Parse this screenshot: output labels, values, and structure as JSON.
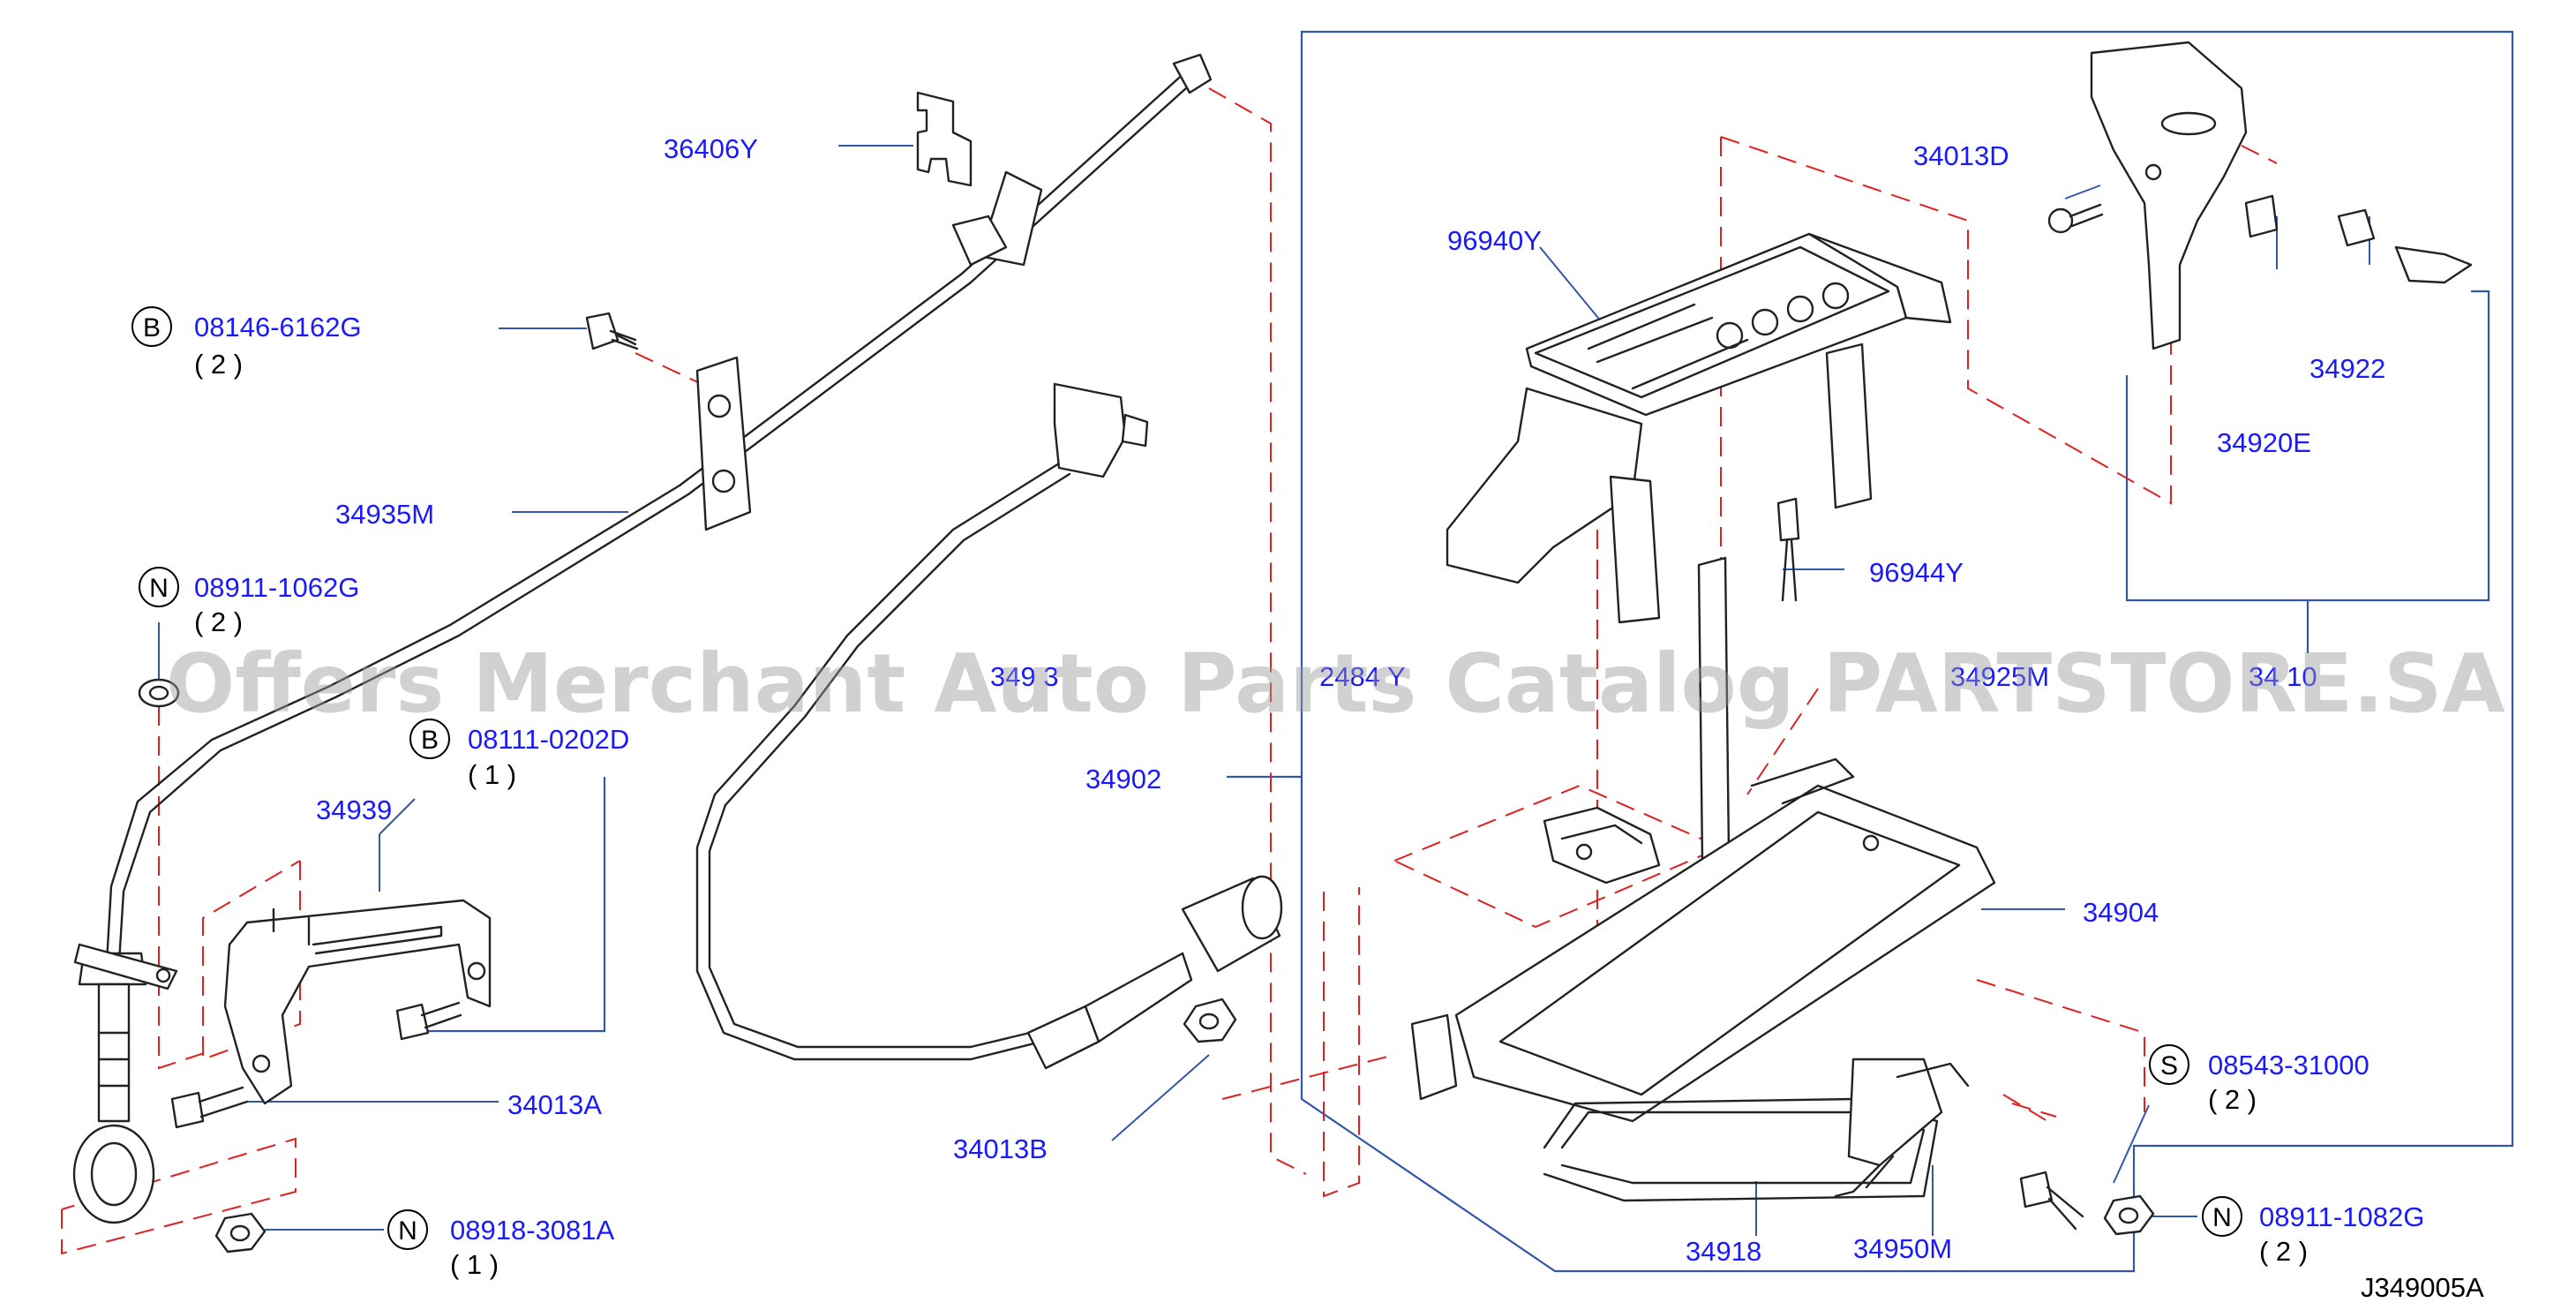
{
  "parts": [
    {
      "id": "p36406Y",
      "label": "36406Y"
    },
    {
      "id": "p08146",
      "label": "08146-6162G",
      "prefix": "B",
      "qty": "( 2 )"
    },
    {
      "id": "p34935M",
      "label": "34935M"
    },
    {
      "id": "p08911a",
      "label": "08911-1062G",
      "prefix": "N",
      "qty": "( 2 )"
    },
    {
      "id": "p08111",
      "label": "08111-0202D",
      "prefix": "B",
      "qty": "( 1 )"
    },
    {
      "id": "p34939",
      "label": "34939"
    },
    {
      "id": "p34013A",
      "label": "34013A"
    },
    {
      "id": "p08918",
      "label": "08918-3081A",
      "prefix": "N",
      "qty": "( 1 )"
    },
    {
      "id": "p34013B",
      "label": "34013B"
    },
    {
      "id": "p34902",
      "label": "34902"
    },
    {
      "id": "p34013D",
      "label": "34013D"
    },
    {
      "id": "p96940Y",
      "label": "96940Y"
    },
    {
      "id": "p34922",
      "label": "34922"
    },
    {
      "id": "p34920E",
      "label": "34920E"
    },
    {
      "id": "p96944Y",
      "label": "96944Y"
    },
    {
      "id": "p34904",
      "label": "34904"
    },
    {
      "id": "p08543",
      "label": "08543-31000",
      "prefix": "S",
      "qty": "( 2 )"
    },
    {
      "id": "p08911b",
      "label": "08911-1082G",
      "prefix": "N",
      "qty": "( 2 )"
    },
    {
      "id": "p34918",
      "label": "34918"
    },
    {
      "id": "p34950M",
      "label": "34950M"
    }
  ],
  "partial_labels": {
    "a": "349 3",
    "b": "2484  Y",
    "c": "34925M",
    "d": "34 10"
  },
  "watermark": "Offers Merchant Auto Parts Catalog PARTSTORE.SA",
  "diagram_code": "J349005A",
  "colors": {
    "label": "#1a1aff",
    "leader": "#3355aa",
    "dashed": "#e02020",
    "line": "#222222",
    "watermark": "#9a9a9a"
  }
}
